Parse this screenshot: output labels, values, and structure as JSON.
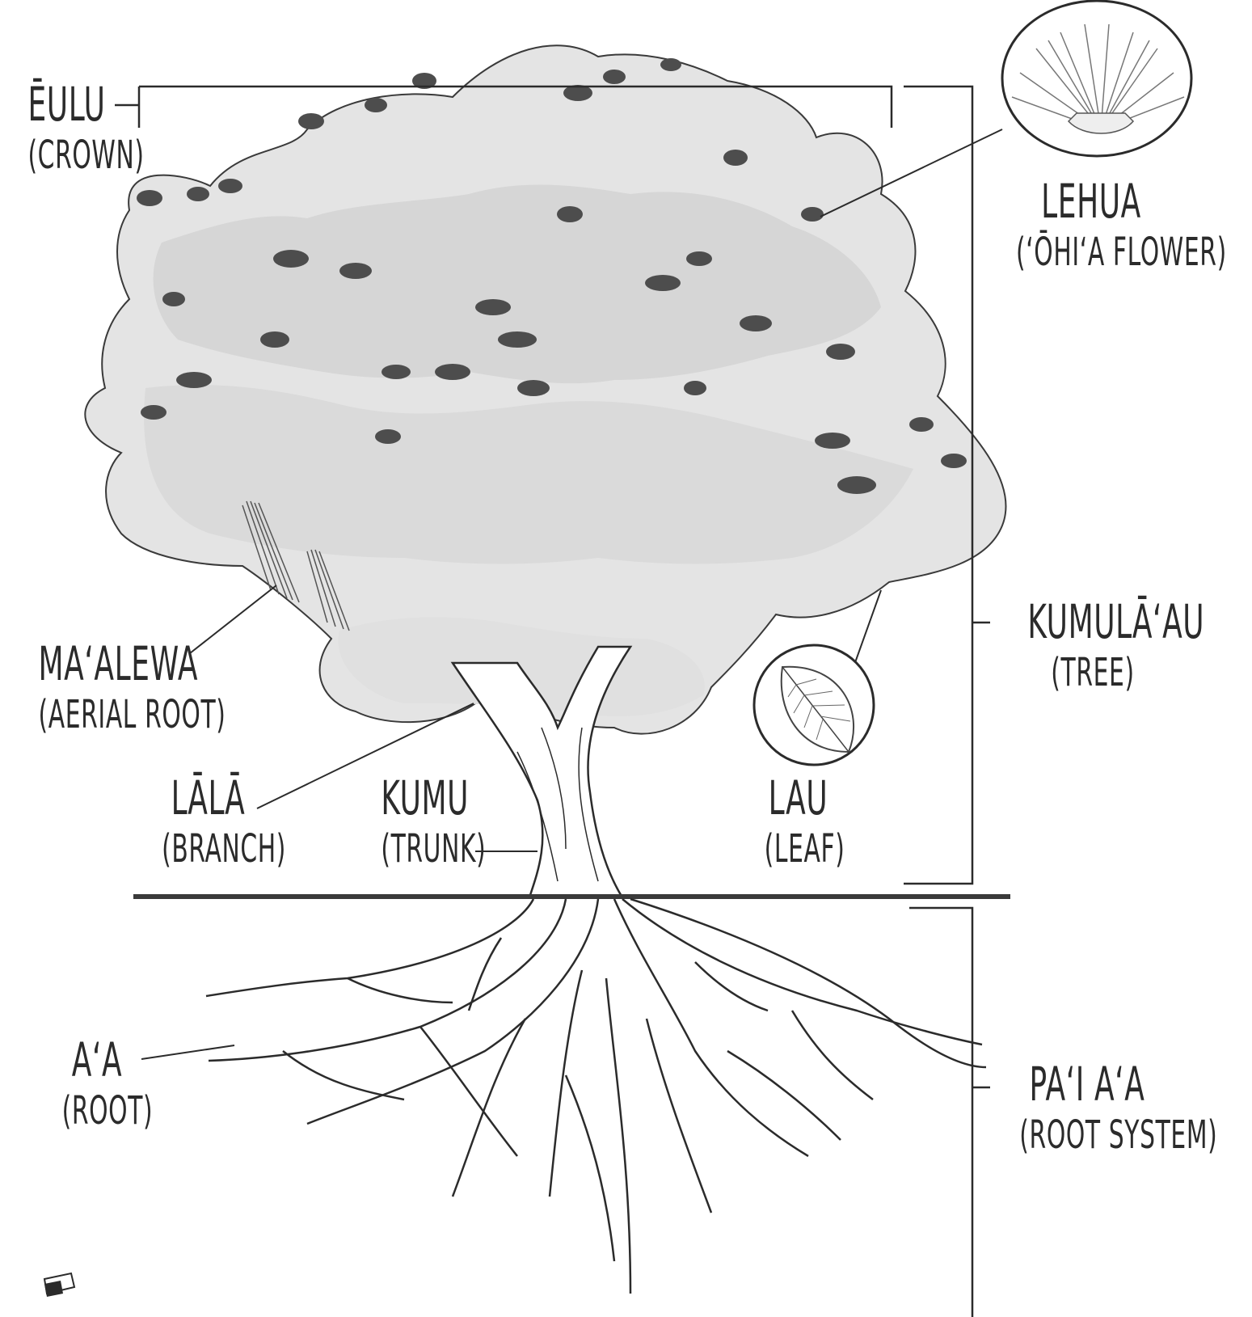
{
  "labels": {
    "eulu": {
      "main": "ĒULU",
      "sub": "(CROWN)"
    },
    "lehua": {
      "main": "LEHUA",
      "sub": "(ʻŌHIʻA FLOWER)"
    },
    "kumulaau": {
      "main": "KUMULĀʻAU",
      "sub": "(TREE)"
    },
    "maalewa": {
      "main": "MAʻALEWA",
      "sub": "(AERIAL ROOT)"
    },
    "lala": {
      "main": "LĀLĀ",
      "sub": "(BRANCH)"
    },
    "kumu": {
      "main": "KUMU",
      "sub": "(TRUNK)"
    },
    "lau": {
      "main": "LAU",
      "sub": "(LEAF)"
    },
    "aa": {
      "main": "AʻA",
      "sub": "(ROOT)"
    },
    "paiaa": {
      "main": "PAʻI AʻA",
      "sub": "(ROOT SYSTEM)"
    }
  },
  "colors": {
    "ink": "#2b2b2b",
    "foliage_light": "#e6e6e6",
    "foliage_mid": "#d2d2d2",
    "flower_dark": "#555555"
  }
}
